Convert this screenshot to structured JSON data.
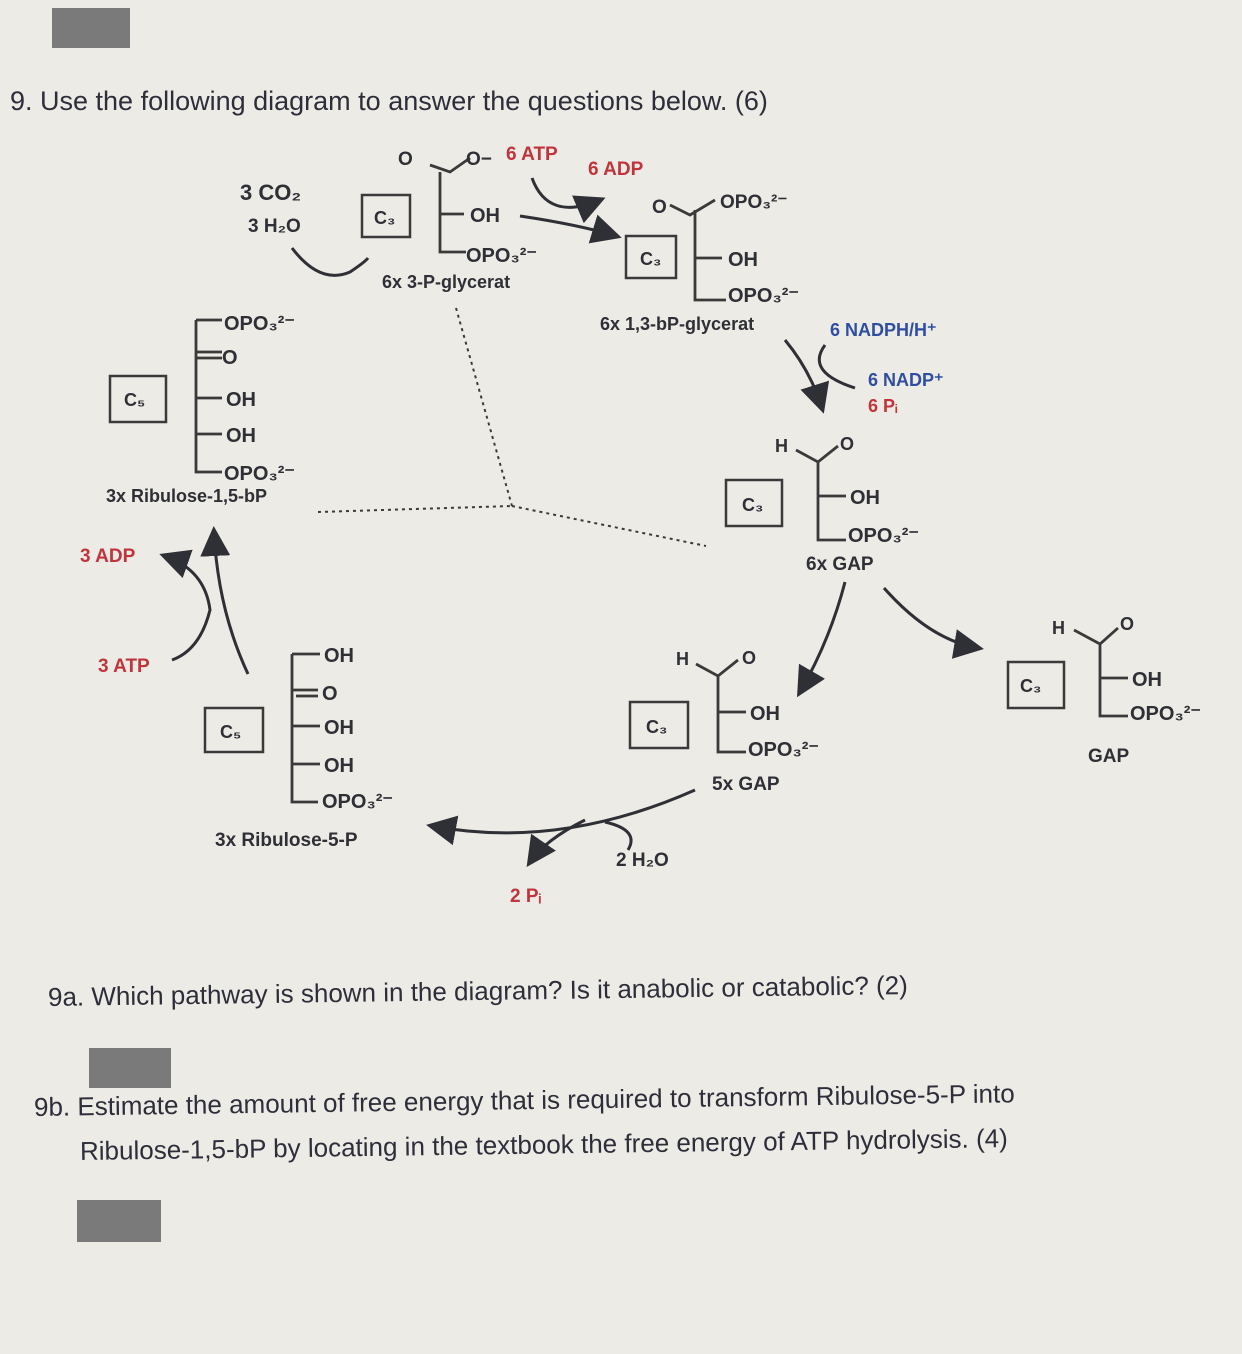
{
  "question": {
    "title": "9.  Use the following diagram to answer the questions below. (6)",
    "q9a": "9a. Which pathway is shown in the diagram? Is it anabolic or catabolic? (2)",
    "q9b_line1": "9b. Estimate the amount of free energy that is required to transform Ribulose-5-P into",
    "q9b_line2": "Ribulose-1,5-bP by locating in the textbook the free energy of ATP hydrolysis. (4)"
  },
  "diagram": {
    "co2": "3 CO₂",
    "h2o": "3 H₂O",
    "atp6": "6 ATP",
    "adp6": "6 ADP",
    "c3": "C₃",
    "c5": "C₅",
    "oh": "OH",
    "opo3": "OPO₃²⁻",
    "o_minus": "O−",
    "o": "O",
    "h": "H",
    "pg3": "6x 3-P-glycerat",
    "bpg": "6x 1,3-bP-glycerat",
    "nadph": "6 NADPH/H⁺",
    "nadp": "6 NADP⁺",
    "pi6": "6 Pᵢ",
    "gap6": "6x  GAP",
    "gap5": "5x  GAP",
    "gap": "GAP",
    "rubp": "3x Ribulose-1,5-bP",
    "ru5p": "3x Ribulose-5-P",
    "adp3": "3 ADP",
    "atp3": "3 ATP",
    "h2o2": "2 H₂O",
    "pi2": "2 Pᵢ"
  },
  "colors": {
    "red": "#c0343c",
    "blue": "#2f4ea0"
  }
}
